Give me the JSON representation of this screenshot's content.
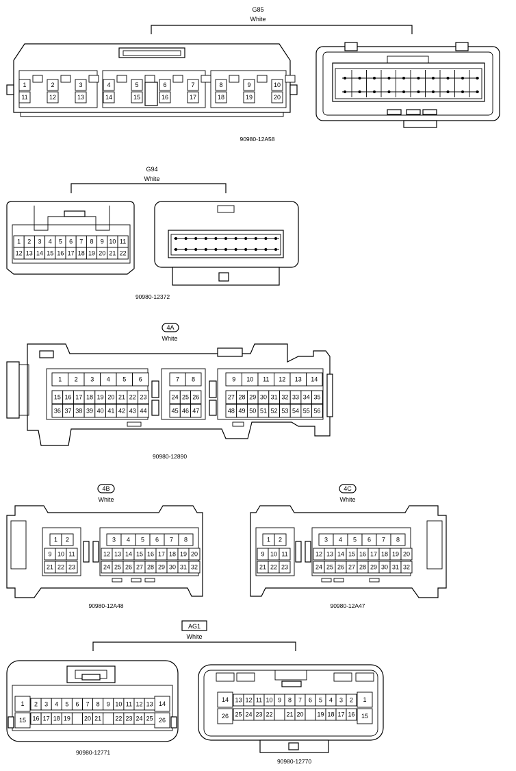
{
  "connectors": [
    {
      "id": "G85",
      "color": "White",
      "part": "90980-12A58"
    },
    {
      "id": "G94",
      "color": "White",
      "part": "90980-12372"
    },
    {
      "id": "4A",
      "color": "White",
      "part": "90980-12890"
    },
    {
      "id": "4B",
      "color": "White",
      "part": "90980-12A48"
    },
    {
      "id": "4C",
      "color": "White",
      "part": "90980-12A47"
    },
    {
      "id": "AG1",
      "color": "White",
      "part": "90980-12771",
      "part2": "90980-12770"
    }
  ]
}
